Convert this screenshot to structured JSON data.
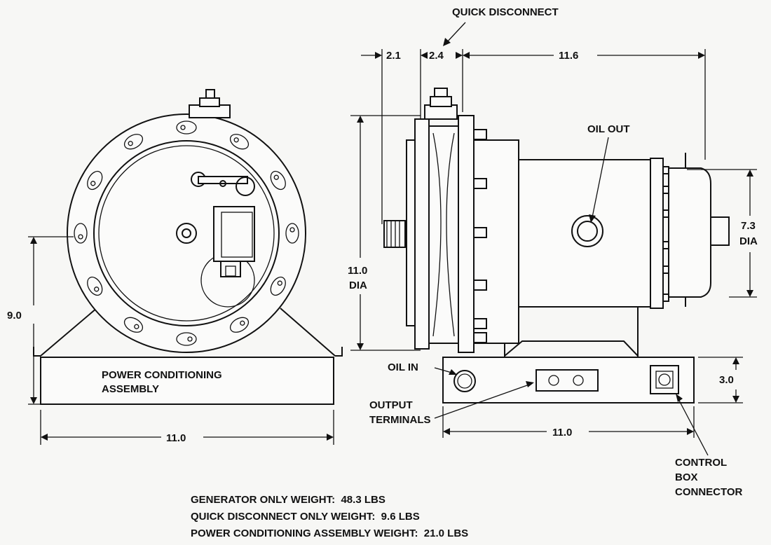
{
  "front_view": {
    "assembly_label": [
      "POWER CONDITIONING",
      "ASSEMBLY"
    ],
    "height_dim": "9.0",
    "width_dim": "11.0"
  },
  "side_view": {
    "quick_disconnect_label": "QUICK DISCONNECT",
    "dim_a": "2.1",
    "dim_b": "2.4",
    "dim_c": "11.6",
    "diameter_dim": [
      "11.0",
      "DIA"
    ],
    "small_diameter_dim": [
      "7.3",
      "DIA"
    ],
    "oil_out_label": "OIL OUT",
    "oil_in_label": "OIL IN",
    "output_terminals_label": [
      "OUTPUT",
      "TERMINALS"
    ],
    "base_height_dim": "3.0",
    "base_width_dim": "11.0",
    "control_box_label": [
      "CONTROL",
      "BOX",
      "CONNECTOR"
    ]
  },
  "weights": [
    "GENERATOR ONLY WEIGHT:  48.3 LBS",
    "QUICK DISCONNECT ONLY WEIGHT:  9.6 LBS",
    "POWER CONDITIONING ASSEMBLY WEIGHT:  21.0 LBS"
  ]
}
